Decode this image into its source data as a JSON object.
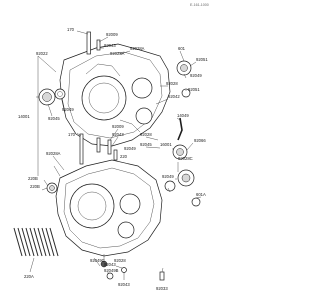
{
  "diagram": {
    "code": "E-161-1000",
    "labels": [
      {
        "id": "l-170a",
        "text": "170"
      },
      {
        "id": "l-92009a",
        "text": "92009"
      },
      {
        "id": "l-92043a",
        "text": "92043"
      },
      {
        "id": "l-92028a",
        "text": "92028A"
      },
      {
        "id": "l-92028b",
        "text": "92028A"
      },
      {
        "id": "l-601",
        "text": "601"
      },
      {
        "id": "l-92051a",
        "text": "92051"
      },
      {
        "id": "l-92049a",
        "text": "92049"
      },
      {
        "id": "l-92028c",
        "text": "92028"
      },
      {
        "id": "l-92051b",
        "text": "92051"
      },
      {
        "id": "l-92042",
        "text": "92042"
      },
      {
        "id": "l-92045a",
        "text": "92045"
      },
      {
        "id": "l-14001",
        "text": "14001"
      },
      {
        "id": "l-92022",
        "text": "92022"
      },
      {
        "id": "l-92049b",
        "text": "92049"
      },
      {
        "id": "l-170b",
        "text": "170"
      },
      {
        "id": "l-92009b",
        "text": "92009"
      },
      {
        "id": "l-92043b",
        "text": "92043"
      },
      {
        "id": "l-14049",
        "text": "14049"
      },
      {
        "id": "l-92028d",
        "text": "92028"
      },
      {
        "id": "l-92045b",
        "text": "92045"
      },
      {
        "id": "l-16001",
        "text": "16001"
      },
      {
        "id": "l-92049c",
        "text": "92049"
      },
      {
        "id": "l-220",
        "text": "220"
      },
      {
        "id": "l-92028e",
        "text": "92028A"
      },
      {
        "id": "l-92066",
        "text": "92066"
      },
      {
        "id": "l-92028f",
        "text": "92028C"
      },
      {
        "id": "l-92049d",
        "text": "92049"
      },
      {
        "id": "l-601a",
        "text": "601A"
      },
      {
        "id": "l-220b",
        "text": "220B"
      },
      {
        "id": "l-92043c",
        "text": "92043"
      },
      {
        "id": "l-92049e",
        "text": "92049B"
      },
      {
        "id": "l-92028g",
        "text": "92028"
      },
      {
        "id": "l-220a",
        "text": "220A"
      },
      {
        "id": "l-92043d",
        "text": "92043"
      },
      {
        "id": "l-92049f",
        "text": "92049C"
      },
      {
        "id": "l-92033",
        "text": "92033"
      },
      {
        "id": "l-220c",
        "text": "220B"
      }
    ]
  }
}
